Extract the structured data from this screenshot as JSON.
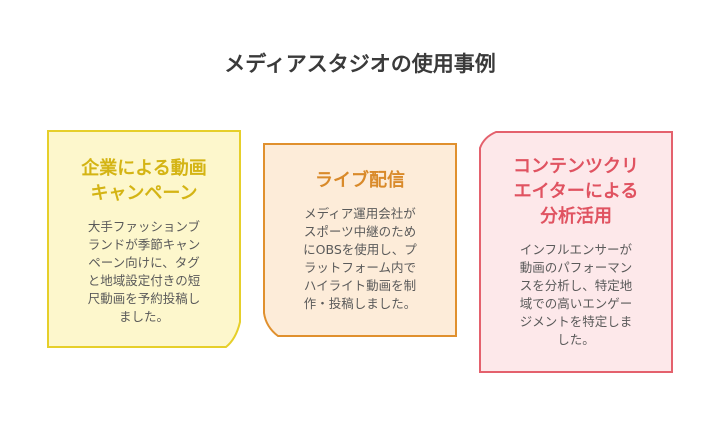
{
  "title": "メディアスタジオの使用事例",
  "colors": {
    "yellow_fill": "#fdf7cc",
    "yellow_stroke": "#e6cf2a",
    "yellow_title": "#d4b414",
    "orange_fill": "#fdecd9",
    "orange_stroke": "#e0902e",
    "orange_title": "#d98a2a",
    "red_fill": "#fde8ea",
    "red_stroke": "#e4616d",
    "red_title": "#e05361"
  },
  "cards": [
    {
      "title_lines": [
        "企業による動画",
        "キャンペーン"
      ],
      "body_lines": [
        "大手ファッションブ",
        "ランドが季節キャン",
        "ペーン向けに、タグ",
        "と地域設定付きの短",
        "尺動画を予約投稿し",
        "ました。"
      ]
    },
    {
      "title_lines": [
        "ライブ配信"
      ],
      "body_lines": [
        "メディア運用会社が",
        "スポーツ中継のため",
        "にOBSを使用し、プ",
        "ラットフォーム内で",
        "ハイライト動画を制",
        "作・投稿しました。"
      ]
    },
    {
      "title_lines": [
        "コンテンツクリ",
        "エイターによる",
        "分析活用"
      ],
      "body_lines": [
        "インフルエンサーが",
        "動画のパフォーマン",
        "スを分析し、特定地",
        "域での高いエンゲー",
        "ジメントを特定しま",
        "した。"
      ]
    }
  ]
}
